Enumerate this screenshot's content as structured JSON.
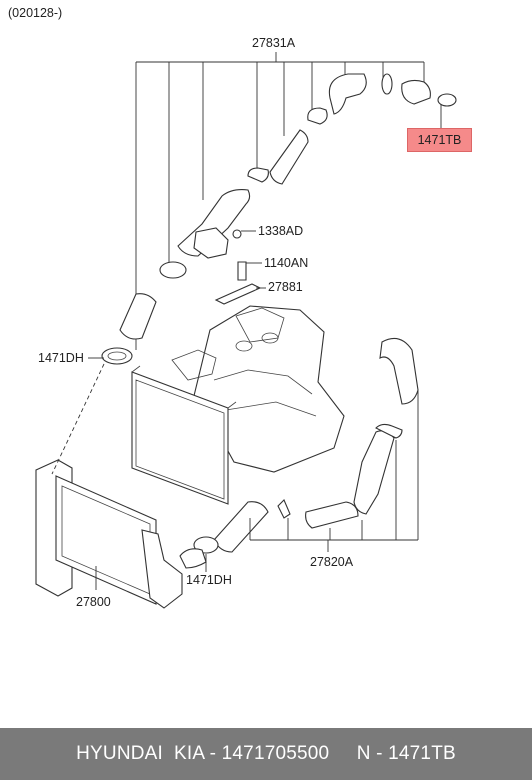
{
  "diagram": {
    "variant_note": "(020128-)",
    "labels": {
      "hose_assembly_top": "27831A",
      "bolt_1338": "1338AD",
      "bolt_1140": "1140AN",
      "bracket": "27881",
      "clamp_left_upper": "1471DH",
      "clamp_highlight": "1471TB",
      "hose_assembly_bottom": "27820A",
      "clamp_left_lower": "1471DH",
      "intercooler": "27800"
    },
    "highlight_color": "#f58a8a"
  },
  "footer": {
    "text": "HYUNDAI  KIA - 1471705500     N - 1471TB"
  }
}
